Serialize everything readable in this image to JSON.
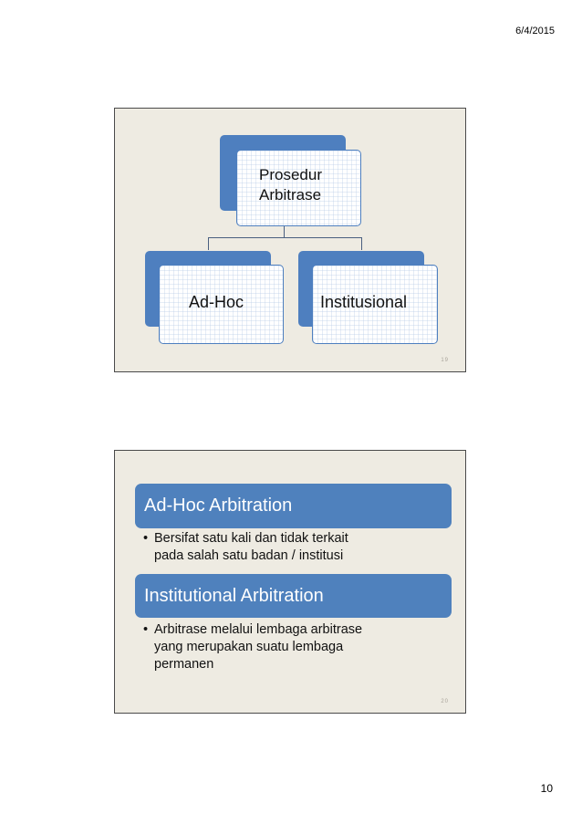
{
  "header": {
    "date": "6/4/2015"
  },
  "footer": {
    "page_number": "10"
  },
  "slide1": {
    "slide_number": "19",
    "diagram": {
      "root": [
        "Prosedur",
        "Arbitrase"
      ],
      "left_child": "Ad-Hoc",
      "right_child": "Institusional"
    },
    "colors": {
      "accent": "#4e7fbf",
      "background": "#eeebe2"
    }
  },
  "slide2": {
    "slide_number": "20",
    "sections": [
      {
        "title": "Ad-Hoc Arbitration",
        "bullet_lines": [
          "Bersifat satu kali dan tidak terkait",
          "pada salah satu badan / institusi"
        ]
      },
      {
        "title": "Institutional Arbitration",
        "bullet_lines": [
          "Arbitrase melalui lembaga arbitrase",
          "yang merupakan suatu lembaga",
          "permanen"
        ]
      }
    ]
  }
}
